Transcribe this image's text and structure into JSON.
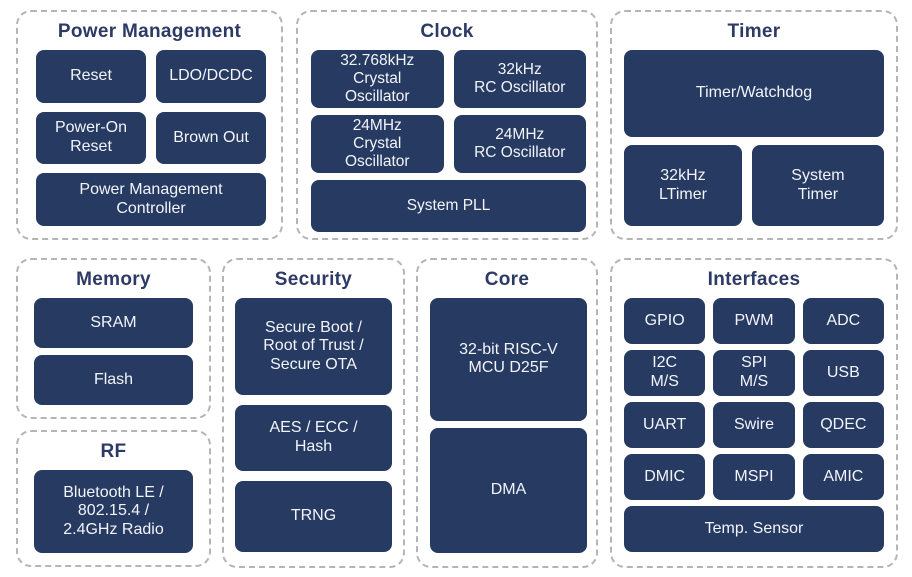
{
  "diagram": {
    "colors": {
      "block_fill": "#263a62",
      "block_text": "#f2f4f9",
      "group_title": "#2d3a66",
      "group_border": "#b5b5b5",
      "background": "#ffffff"
    },
    "groups": {
      "power_management": {
        "title": "Power Management",
        "blocks": {
          "reset": "Reset",
          "ldo_dcdc": "LDO/DCDC",
          "power_on_reset": "Power-On\nReset",
          "brown_out": "Brown Out",
          "pm_controller": "Power Management\nController"
        }
      },
      "clock": {
        "title": "Clock",
        "blocks": {
          "xtal_32768khz": "32.768kHz\nCrystal\nOscillator",
          "rc_32khz": "32kHz\nRC Oscillator",
          "xtal_24mhz": "24MHz\nCrystal\nOscillator",
          "rc_24mhz": "24MHz\nRC Oscillator",
          "system_pll": "System PLL"
        }
      },
      "timer": {
        "title": "Timer",
        "blocks": {
          "timer_watchdog": "Timer/Watchdog",
          "ltimer_32khz": "32kHz\nLTimer",
          "system_timer": "System\nTimer"
        }
      },
      "memory": {
        "title": "Memory",
        "blocks": {
          "sram": "SRAM",
          "flash": "Flash"
        }
      },
      "rf": {
        "title": "RF",
        "blocks": {
          "radio": "Bluetooth LE /\n802.15.4 /\n2.4GHz Radio"
        }
      },
      "security": {
        "title": "Security",
        "blocks": {
          "secure_boot": "Secure Boot /\nRoot of Trust /\nSecure OTA",
          "aes_ecc_hash": "AES / ECC /\nHash",
          "trng": "TRNG"
        }
      },
      "core": {
        "title": "Core",
        "blocks": {
          "riscv_mcu": "32-bit RISC-V\nMCU D25F",
          "dma": "DMA"
        }
      },
      "interfaces": {
        "title": "Interfaces",
        "blocks": {
          "gpio": "GPIO",
          "pwm": "PWM",
          "adc": "ADC",
          "i2c_ms": "I2C\nM/S",
          "spi_ms": "SPI\nM/S",
          "usb": "USB",
          "uart": "UART",
          "swire": "Swire",
          "qdec": "QDEC",
          "dmic": "DMIC",
          "mspi": "MSPI",
          "amic": "AMIC",
          "temp_sensor": "Temp. Sensor"
        }
      }
    }
  }
}
